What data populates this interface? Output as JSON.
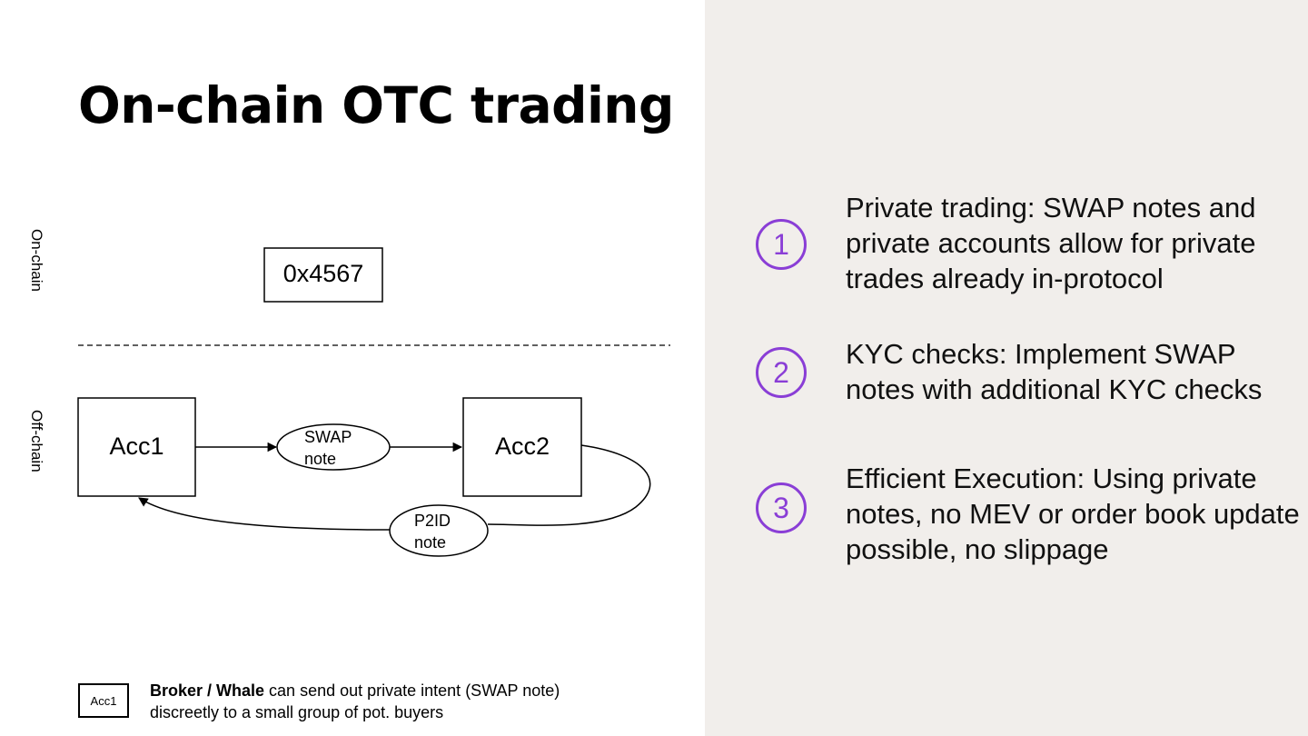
{
  "title": "On-chain OTC trading",
  "lanes": {
    "on_chain": "On-chain",
    "off_chain": "Off-chain"
  },
  "nodes": {
    "address": "0x4567",
    "acc1": "Acc1",
    "acc2": "Acc2",
    "swap_note": [
      "SWAP",
      "note"
    ],
    "p2id_note": [
      "P2ID",
      "note"
    ]
  },
  "legend": {
    "box_label": "Acc1",
    "bold": "Broker / Whale",
    "rest": " can send out private intent (SWAP note) discreetly to a small group of pot. buyers"
  },
  "points": [
    {
      "number": "1",
      "text": "Private trading: SWAP notes and private accounts allow for private trades already in-protocol"
    },
    {
      "number": "2",
      "text": "KYC checks: Implement SWAP notes with additional KYC checks"
    },
    {
      "number": "3",
      "text": "Efficient Execution: Using private notes, no MEV or order book update possible, no slippage"
    }
  ],
  "colors": {
    "accent": "#8a3ed6",
    "panel_bg": "#f1eeeb"
  }
}
